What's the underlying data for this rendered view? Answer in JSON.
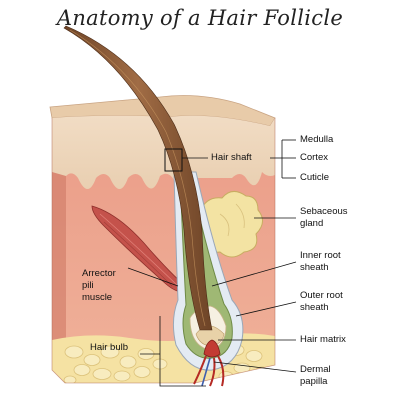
{
  "title": "Anatomy of a Hair Follicle",
  "labels": {
    "hair_shaft": "Hair shaft",
    "medulla": "Medulla",
    "cortex": "Cortex",
    "cuticle": "Cuticle",
    "sebaceous_gland": [
      "Sebaceous",
      "gland"
    ],
    "inner_root_sheath": [
      "Inner root",
      "sheath"
    ],
    "outer_root_sheath": [
      "Outer root",
      "sheath"
    ],
    "hair_matrix": "Hair matrix",
    "dermal_papilla": [
      "Dermal",
      "papilla"
    ],
    "arrector_pili_muscle": [
      "Arrector",
      "pili",
      "muscle"
    ],
    "hair_bulb": "Hair bulb"
  },
  "colors": {
    "epidermis": "#eed7bd",
    "epidermis_top": "#e3c6a5",
    "dermis": "#e79a86",
    "dermis_side": "#d8866e",
    "fat": "#f4e1a1",
    "muscle": "#c9504c",
    "gland": "#f3e4a6",
    "hair": "#8a5a3a",
    "inner_sheath": "#8da864",
    "outer_sheath": "#dfe6ef",
    "papilla": "#c23b33"
  }
}
